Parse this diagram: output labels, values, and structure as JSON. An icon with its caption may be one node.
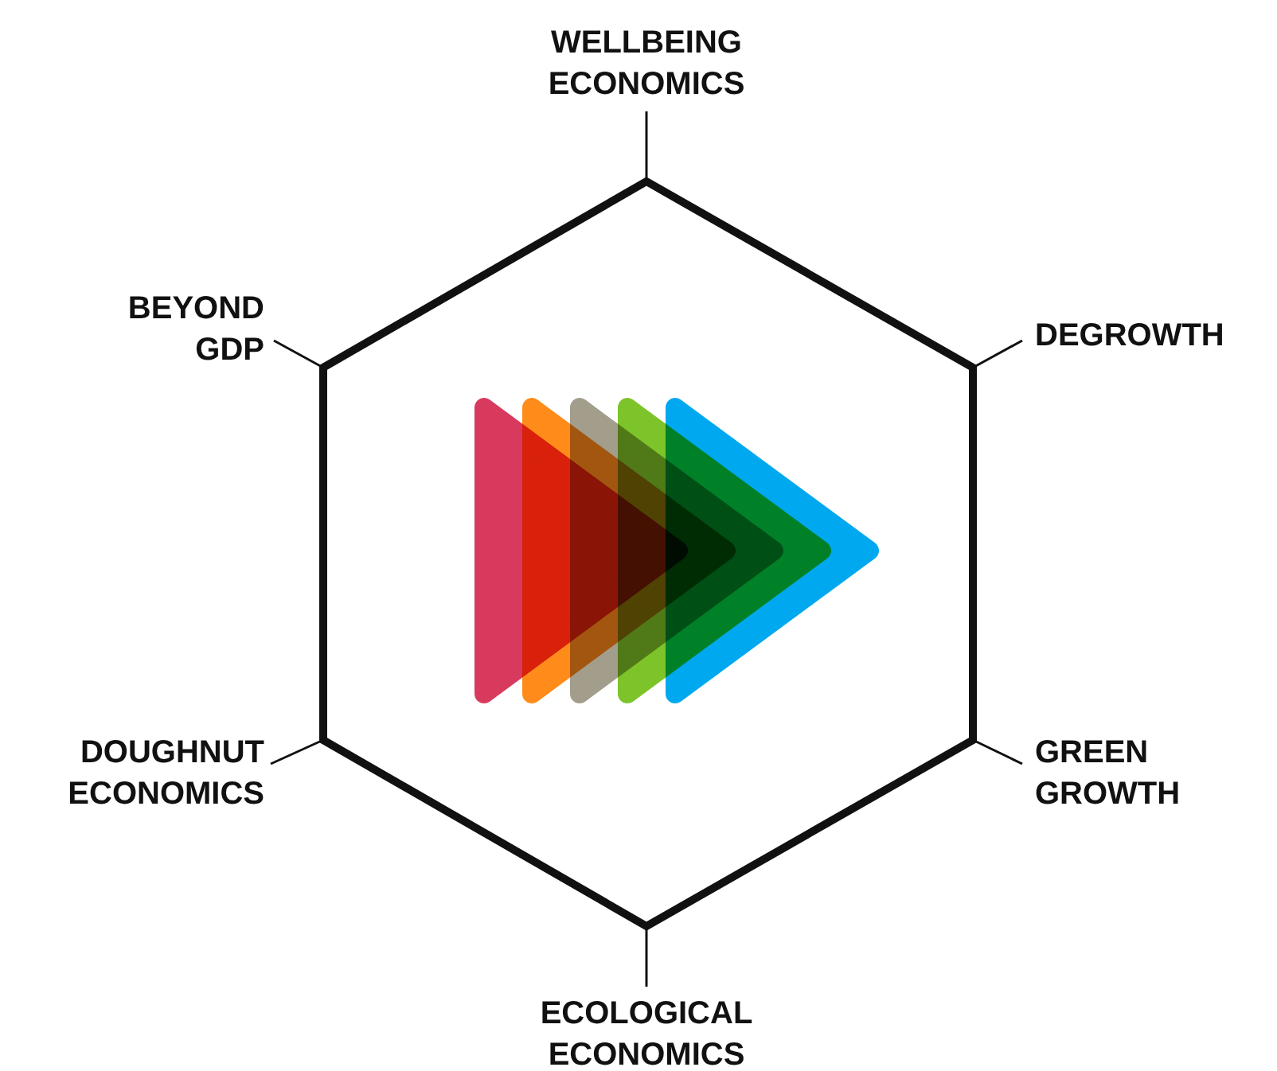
{
  "diagram": {
    "nodes": [
      {
        "text": [
          "WELLBEING ECONOMICS"
        ]
      },
      {
        "text": [
          "DEGROWTH"
        ]
      },
      {
        "text": [
          "GREEN GROWTH"
        ]
      },
      {
        "text": [
          "ECOLOGICAL ECONOMICS"
        ]
      },
      {
        "text": [
          "DOUGHNUT ECONOMICS"
        ]
      },
      {
        "text": [
          "BEYOND GDP"
        ]
      }
    ],
    "edges": [
      {
        "from": 0,
        "to": null,
        "arrow": "none"
      },
      {
        "from": 1,
        "to": null,
        "arrow": "none"
      },
      {
        "from": 2,
        "to": null,
        "arrow": "none"
      },
      {
        "from": 3,
        "to": null,
        "arrow": "none"
      },
      {
        "from": 4,
        "to": null,
        "arrow": "none"
      },
      {
        "from": 5,
        "to": null,
        "arrow": "none"
      }
    ]
  }
}
